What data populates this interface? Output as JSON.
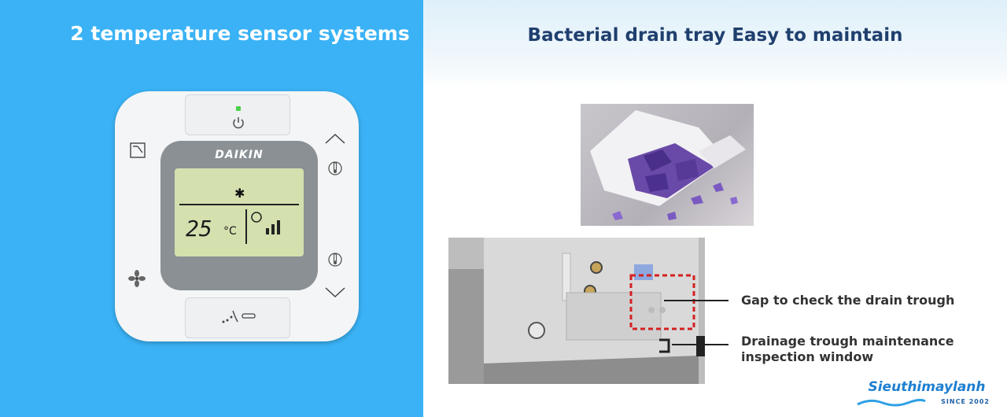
{
  "left_panel": {
    "title": "2 temperature sensor systems",
    "background": "#3ab2f5"
  },
  "controller": {
    "brand": "DAIKIN",
    "lcd_temperature": "25",
    "lcd_unit": "°C",
    "lcd_mode_icon": "snowflake-icon",
    "buttons": {
      "power": "power-icon",
      "timer": "timer-icon",
      "fan": "fan-icon",
      "swing": "swing-icon",
      "temp_up": "chevron-up-icon",
      "temp_down": "chevron-down-icon",
      "thermometer": "thermometer-icon"
    }
  },
  "right_panel": {
    "title": "Bacterial drain tray Easy to maintain",
    "callouts": [
      {
        "text": "Gap to check the drain trough"
      },
      {
        "lines": [
          "Drainage trough maintenance",
          "inspection window"
        ]
      }
    ]
  },
  "logo": {
    "name": "Sieuthimaylanh",
    "since": "SINCE 2002",
    "color": "#1e7fd0"
  }
}
